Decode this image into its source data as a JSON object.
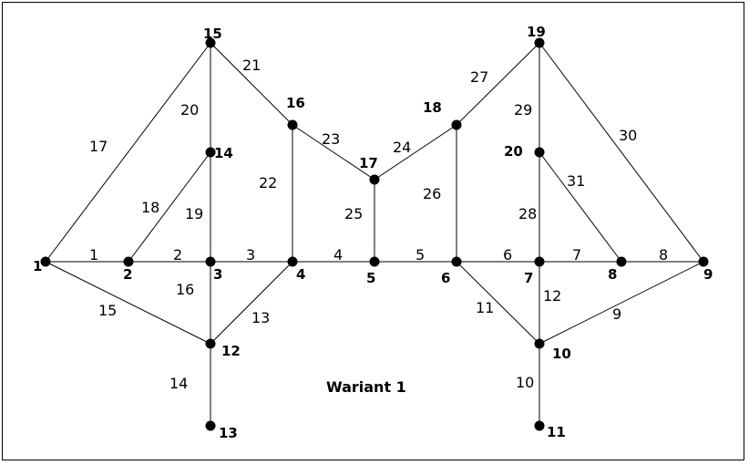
{
  "title": "Wariant 1",
  "nodes": [
    "1",
    "2",
    "3",
    "4",
    "5",
    "6",
    "7",
    "8",
    "9",
    "10",
    "11",
    "12",
    "13",
    "14",
    "15",
    "16",
    "17",
    "18",
    "19",
    "20"
  ],
  "edges": [
    {
      "label": "1",
      "from": "1",
      "to": "2"
    },
    {
      "label": "2",
      "from": "2",
      "to": "3"
    },
    {
      "label": "3",
      "from": "3",
      "to": "4"
    },
    {
      "label": "4",
      "from": "4",
      "to": "5"
    },
    {
      "label": "5",
      "from": "5",
      "to": "6"
    },
    {
      "label": "6",
      "from": "6",
      "to": "7"
    },
    {
      "label": "7",
      "from": "7",
      "to": "8"
    },
    {
      "label": "8",
      "from": "8",
      "to": "9"
    },
    {
      "label": "9",
      "from": "9",
      "to": "10"
    },
    {
      "label": "10",
      "from": "10",
      "to": "11"
    },
    {
      "label": "11",
      "from": "6",
      "to": "10"
    },
    {
      "label": "12",
      "from": "7",
      "to": "10"
    },
    {
      "label": "13",
      "from": "4",
      "to": "12"
    },
    {
      "label": "14",
      "from": "12",
      "to": "13"
    },
    {
      "label": "15",
      "from": "1",
      "to": "12"
    },
    {
      "label": "16",
      "from": "3",
      "to": "12"
    },
    {
      "label": "17",
      "from": "1",
      "to": "15"
    },
    {
      "label": "18",
      "from": "2",
      "to": "14"
    },
    {
      "label": "19",
      "from": "3",
      "to": "14"
    },
    {
      "label": "20",
      "from": "14",
      "to": "15"
    },
    {
      "label": "21",
      "from": "15",
      "to": "16"
    },
    {
      "label": "22",
      "from": "4",
      "to": "16"
    },
    {
      "label": "23",
      "from": "16",
      "to": "17"
    },
    {
      "label": "24",
      "from": "17",
      "to": "18"
    },
    {
      "label": "25",
      "from": "5",
      "to": "17"
    },
    {
      "label": "26",
      "from": "6",
      "to": "18"
    },
    {
      "label": "27",
      "from": "18",
      "to": "19"
    },
    {
      "label": "28",
      "from": "7",
      "to": "20"
    },
    {
      "label": "29",
      "from": "19",
      "to": "20"
    },
    {
      "label": "30",
      "from": "19",
      "to": "9"
    },
    {
      "label": "31",
      "from": "20",
      "to": "8"
    }
  ]
}
